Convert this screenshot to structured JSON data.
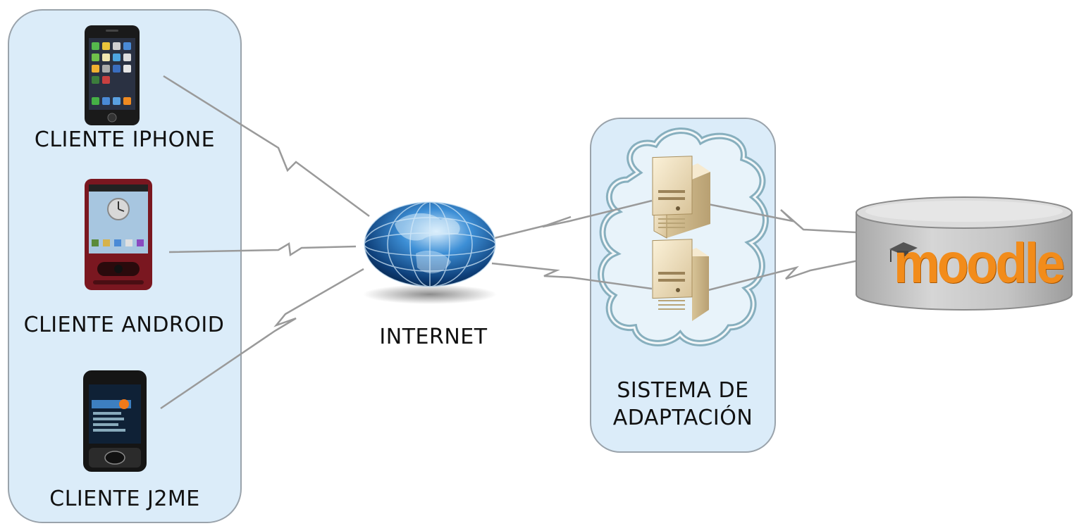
{
  "clients": {
    "iphone_label": "CLIENTE IPHONE",
    "android_label": "CLIENTE ANDROID",
    "j2me_label": "CLIENTE J2ME"
  },
  "internet_label": "INTERNET",
  "adaptation_system": {
    "line1": "SISTEMA DE",
    "line2": "ADAPTACIÓN"
  },
  "moodle_logo_text": "moodle",
  "colors": {
    "panel_fill": "#dbecf9",
    "panel_border": "#9aa3ab",
    "link_line": "#9a9a9a",
    "moodle_orange": "#f28c1b",
    "cylinder_gray": "#c9c9c9"
  }
}
